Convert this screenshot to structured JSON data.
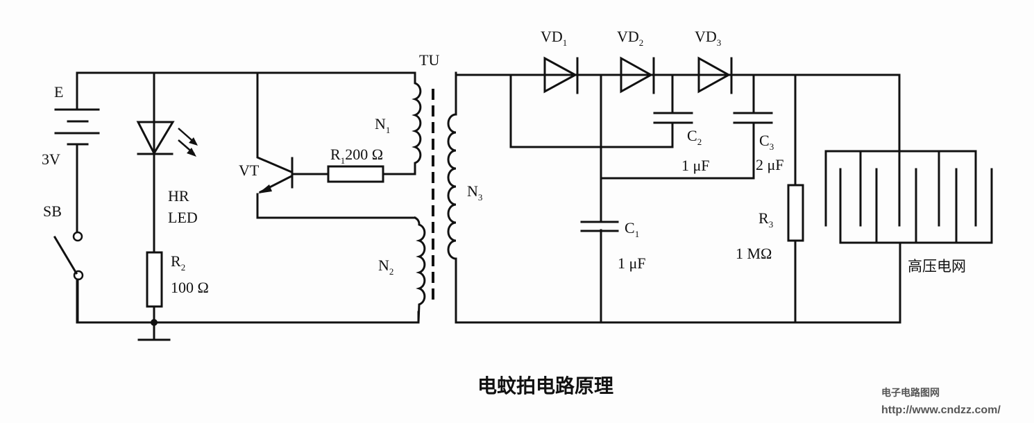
{
  "title": "电蚊拍电路原理",
  "watermark": {
    "site_name": "电子电路图网",
    "url": "http://www.cndzz.com/"
  },
  "components": {
    "battery": {
      "ref": "E",
      "value": "3V"
    },
    "switch": {
      "ref": "SB"
    },
    "led": {
      "ref_line1": "HR",
      "ref_line2": "LED"
    },
    "r2": {
      "ref": "R",
      "sub": "2",
      "value": "100 Ω"
    },
    "vt": {
      "ref": "VT"
    },
    "r1": {
      "ref": "R",
      "sub": "1",
      "value": "200  Ω"
    },
    "transformer": {
      "ref": "TU"
    },
    "n1": {
      "ref": "N",
      "sub": "1"
    },
    "n2": {
      "ref": "N",
      "sub": "2"
    },
    "n3": {
      "ref": "N",
      "sub": "3"
    },
    "vd1": {
      "ref": "VD",
      "sub": "1"
    },
    "vd2": {
      "ref": "VD",
      "sub": "2"
    },
    "vd3": {
      "ref": "VD",
      "sub": "3"
    },
    "c1": {
      "ref": "C",
      "sub": "1",
      "value": "1 μF"
    },
    "c2": {
      "ref": "C",
      "sub": "2",
      "value": "1 μF"
    },
    "c3": {
      "ref": "C",
      "sub": "3",
      "value": "2 μF"
    },
    "r3": {
      "ref": "R",
      "sub": "3",
      "value": "1 MΩ"
    },
    "grid": {
      "label": "高压电网"
    }
  }
}
